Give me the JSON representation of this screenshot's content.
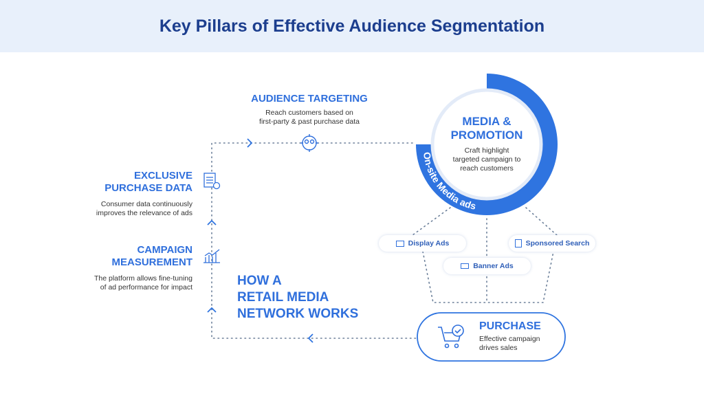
{
  "title": "Key Pillars of Effective Audience Segmentation",
  "audience_targeting": {
    "heading": "AUDIENCE TARGETING",
    "desc": [
      "Reach customers based on",
      "first-party & past purchase data"
    ]
  },
  "exclusive_data": {
    "heading": [
      "EXCLUSIVE",
      "PURCHASE DATA"
    ],
    "desc": [
      "Consumer data continuously",
      "improves the relevance of ads"
    ]
  },
  "campaign_measurement": {
    "heading": [
      "CAMPAIGN",
      "MEASUREMENT"
    ],
    "desc": [
      "The platform allows fine-tuning",
      "of ad performance for impact"
    ]
  },
  "media": {
    "heading": [
      "MEDIA &",
      "PROMOTION"
    ],
    "desc": [
      "Craft highlight",
      "targeted campaign to",
      "reach customers"
    ],
    "ring_label": "On-site Media ads"
  },
  "ad_types": [
    "Display Ads",
    "Banner Ads",
    "Sponsored Search"
  ],
  "purchase": {
    "heading": "PURCHASE",
    "desc": [
      "Effective campaign",
      "drives sales"
    ]
  },
  "center": [
    "HOW A",
    "RETAIL MEDIA",
    "NETWORK WORKS"
  ],
  "colors": {
    "accent": "#2f74e0",
    "title": "#1c3e8e",
    "header_bg": "#e8f0fb"
  }
}
